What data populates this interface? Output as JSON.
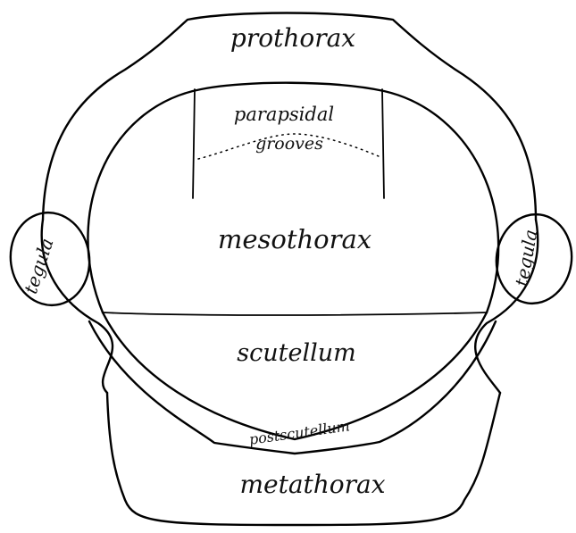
{
  "labels": {
    "prothorax": "prothorax",
    "parapsidal": "parapsidal",
    "grooves": "grooves",
    "mesothorax": "mesothorax",
    "tegula_left": "tegula",
    "tegula_right": "tegula",
    "scutellum": "scutellum",
    "postscutellum": "postscutellum",
    "metathorax": "metathorax"
  }
}
